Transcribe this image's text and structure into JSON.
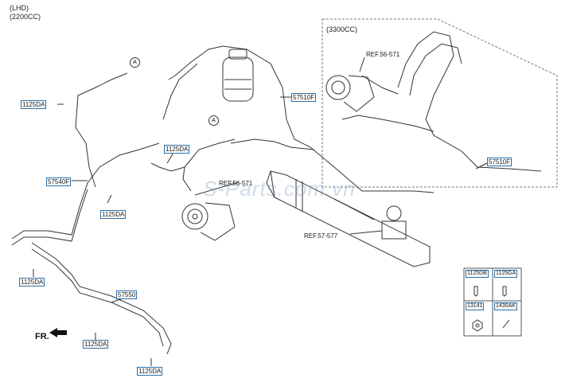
{
  "header": {
    "line1": "(LHD)",
    "line2": "(2200CC)"
  },
  "inset": {
    "title": "(3300CC)",
    "ref": "REF.56-571",
    "part": "57510F"
  },
  "parts": {
    "p1125DA_a": "1125DA",
    "p1125DA_b": "1125DA",
    "p1125DA_c": "1125DA",
    "p1125DA_d": "1125DA",
    "p1125DA_e": "1125DA",
    "p1125DA_f": "1125DA",
    "p57540F": "57540F",
    "p57510F": "57510F",
    "p57550": "57550"
  },
  "refs": {
    "ref_pump": "REF.56-571",
    "ref_rack": "REF.57-577"
  },
  "callouts": {
    "a1": "A",
    "a2": "A"
  },
  "direction": {
    "fr": "FR."
  },
  "watermark": "S-Parts.com.vn",
  "legend": {
    "cells": [
      "1125DB",
      "1125GA",
      "13141",
      "1430AK"
    ]
  },
  "colors": {
    "line": "#333333",
    "label_border": "#2a6fa8",
    "inset_border": "#777777"
  }
}
